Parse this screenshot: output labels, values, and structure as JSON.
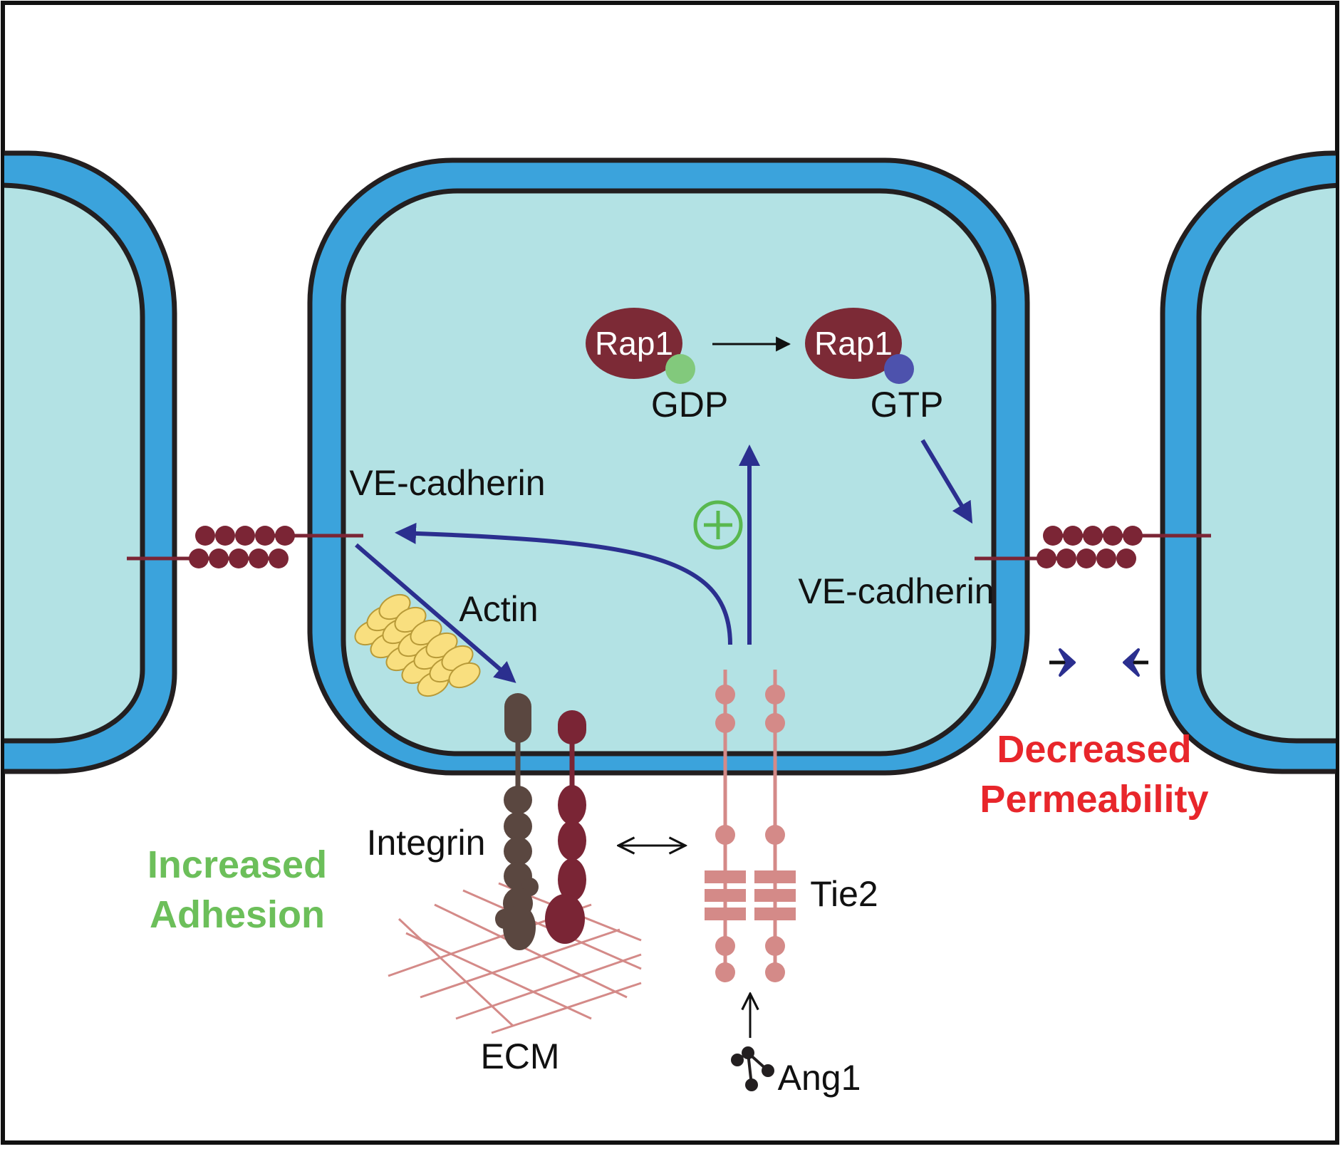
{
  "labels": {
    "rap1_left": "Rap1",
    "rap1_right": "Rap1",
    "gdp": "GDP",
    "gtp": "GTP",
    "ve_cadherin_left": "VE-cadherin",
    "ve_cadherin_right": "VE-cadherin",
    "actin": "Actin",
    "integrin": "Integrin",
    "tie2": "Tie2",
    "ecm": "ECM",
    "ang1": "Ang1",
    "increased_line1": "Increased",
    "increased_line2": "Adhesion",
    "decreased_line1": "Decreased",
    "decreased_line2": "Permeability"
  },
  "colors": {
    "membrane_blue": "#3ba3dc",
    "cytoplasm": "#b3e2e4",
    "outline": "#231f20",
    "rap1": "#7c2a36",
    "gdp_dot": "#82c97c",
    "gtp_dot": "#4d52ad",
    "arrow_blue": "#2b2f8f",
    "plus_green": "#59b84f",
    "cadherin": "#7b2535",
    "integrin_dark": "#5a4740",
    "integrin_red": "#7a2535",
    "tie2": "#d48a88",
    "actin_fill": "#f9df7f",
    "actin_stroke": "#b89a38",
    "increased_text": "#6cbf5a",
    "decreased_text": "#e8262b"
  }
}
